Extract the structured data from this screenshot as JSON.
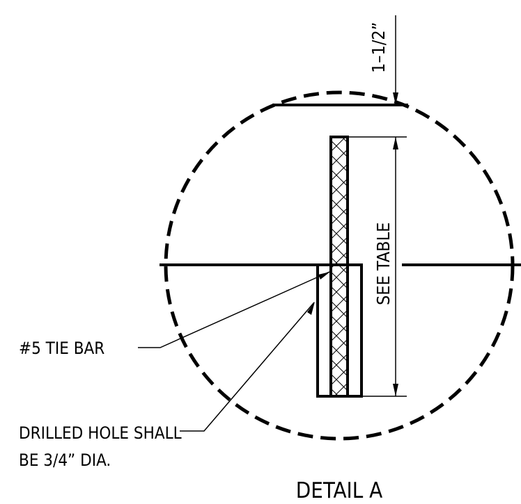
{
  "detail": {
    "title": "DETAIL A",
    "labels": {
      "cover": "1–1/2”",
      "length": "SEE TABLE",
      "tie_bar": "#5 TIE BAR",
      "hole_line1": "DRILLED HOLE SHALL",
      "hole_line2": "BE 3/4” DIA."
    }
  },
  "colors": {
    "line": "#000000",
    "background": "#ffffff"
  }
}
